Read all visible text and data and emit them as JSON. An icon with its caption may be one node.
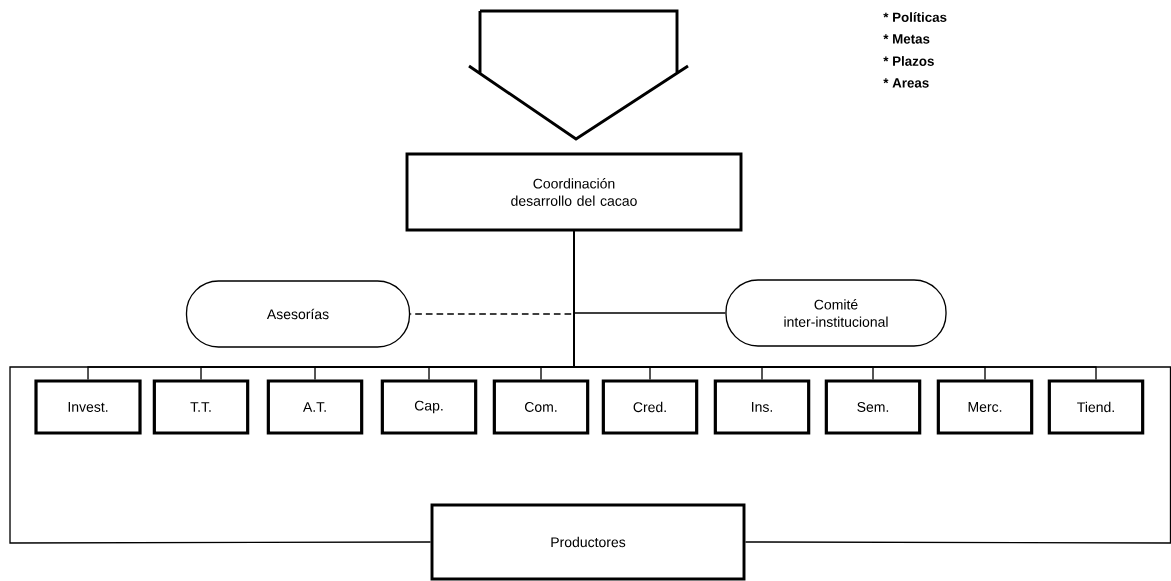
{
  "diagram": {
    "nodes": [
      {
        "text": [],
        "shape": "arrow"
      },
      {
        "text": [
          "Coordinación desarrollo del cacao"
        ]
      },
      {
        "text": [
          "Asesorías"
        ]
      },
      {
        "text": [
          "Comité inter-institucional"
        ]
      },
      {
        "text": [
          "Invest."
        ]
      },
      {
        "text": [
          "T.T."
        ]
      },
      {
        "text": [
          "A.T."
        ]
      },
      {
        "text": [
          "Cap."
        ]
      },
      {
        "text": [
          "Com."
        ]
      },
      {
        "text": [
          "Cred."
        ]
      },
      {
        "text": [
          "Ins."
        ]
      },
      {
        "text": [
          "Sem."
        ]
      },
      {
        "text": [
          "Merc."
        ]
      },
      {
        "text": [
          "Tiend."
        ]
      },
      {
        "text": [
          "Productores"
        ]
      }
    ],
    "edges": [
      {
        "from": 1,
        "to": 2,
        "arrow": "none",
        "style": "dashed"
      },
      {
        "from": 1,
        "to": 3,
        "arrow": "none"
      },
      {
        "from": 1,
        "to": 4,
        "arrow": "none"
      },
      {
        "from": 1,
        "to": 5,
        "arrow": "none"
      },
      {
        "from": 1,
        "to": 6,
        "arrow": "none"
      },
      {
        "from": 1,
        "to": 7,
        "arrow": "none"
      },
      {
        "from": 1,
        "to": 8,
        "arrow": "none"
      },
      {
        "from": 1,
        "to": 9,
        "arrow": "none"
      },
      {
        "from": 1,
        "to": 10,
        "arrow": "none"
      },
      {
        "from": 1,
        "to": 11,
        "arrow": "none"
      },
      {
        "from": 1,
        "to": 12,
        "arrow": "none"
      },
      {
        "from": 1,
        "to": 13,
        "arrow": "none"
      },
      {
        "from": 1,
        "to": 14,
        "arrow": "none"
      }
    ],
    "labels": [
      "* Políticas",
      "* Metas",
      "* Plazos",
      "* Areas"
    ]
  }
}
